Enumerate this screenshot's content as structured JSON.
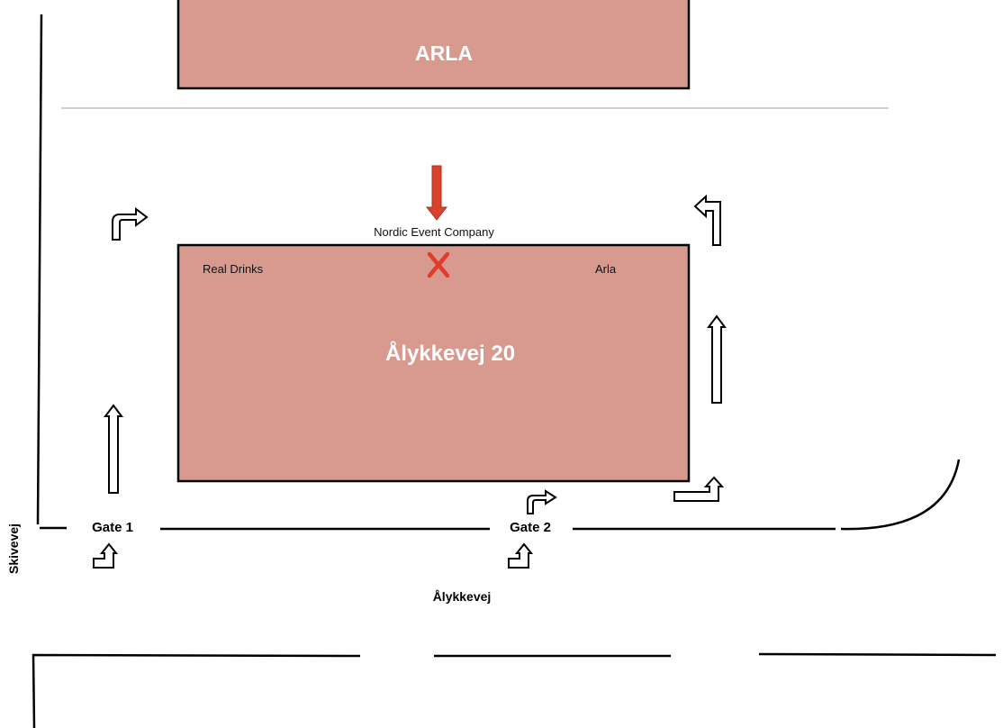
{
  "colors": {
    "building_fill": "#d89a8f",
    "building_stroke": "#000000",
    "marker_red": "#e23b2a",
    "arrow_red": "#d9432e"
  },
  "buildings": {
    "arla_top": {
      "name": "ARLA"
    },
    "main": {
      "name": "Ålykkevej 20",
      "left_label": "Real Drinks",
      "right_label": "Arla"
    }
  },
  "marker": {
    "label": "Nordic Event Company",
    "symbol": "X",
    "icon": "down-arrow-icon"
  },
  "gates": {
    "gate1": "Gate 1",
    "gate2": "Gate 2"
  },
  "streets": {
    "skivevej": "Skivevej",
    "alykkevej": "Ålykkevej"
  },
  "icons": {
    "route_arrows": "route-arrow-icon"
  }
}
